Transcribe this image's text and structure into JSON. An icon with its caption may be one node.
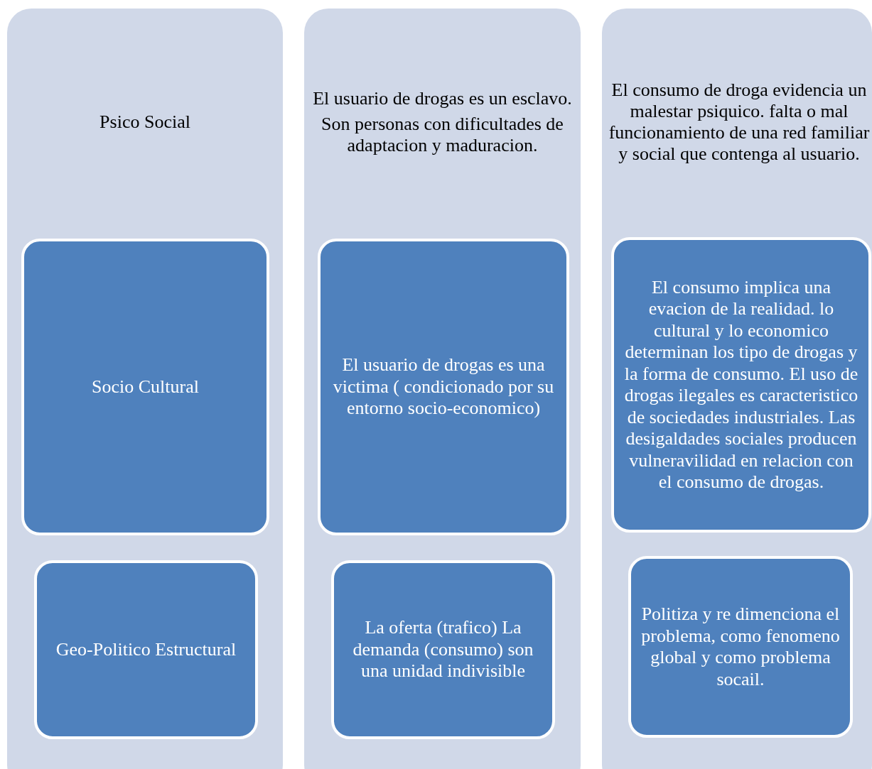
{
  "diagram": {
    "nodes": [
      {
        "text": [
          "Psico Social"
        ]
      },
      {
        "text": [
          "Socio Cultural"
        ],
        "in": 0
      },
      {
        "text": [
          "Geo-Politico Estructural"
        ],
        "in": 0
      },
      {
        "text": [
          "El usuario de drogas es un esclavo.",
          "Son personas con dificultades de adaptacion y maduracion."
        ]
      },
      {
        "text": [
          "El usuario de drogas es una victima ( condicionado por su entorno socio-economico)"
        ],
        "in": 3
      },
      {
        "text": [
          "La oferta (trafico) La demanda  (consumo) son una unidad indivisible"
        ],
        "in": 3
      },
      {
        "text": [
          "El consumo de droga evidencia un malestar psiquico. falta o mal funcionamiento de una red familiar y social que contenga al usuario."
        ]
      },
      {
        "text": [
          "El consumo implica una evacion de la realidad. lo cultural y lo economico determinan los tipo de drogas y la forma de consumo. El uso de drogas ilegales es caracteristico de sociedades industriales. Las desigaldades sociales producen vulneravilidad  en relacion con el consumo de drogas."
        ],
        "in": 6
      },
      {
        "text": [
          "Politiza y re dimenciona el problema, como fenomeno global y como problema socail."
        ],
        "in": 6
      }
    ]
  }
}
